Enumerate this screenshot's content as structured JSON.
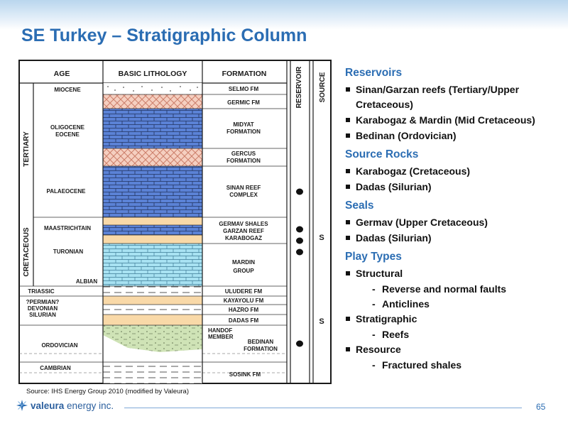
{
  "title": "SE Turkey – Stratigraphic Column",
  "column": {
    "headers": {
      "age": "AGE",
      "lithology": "BASIC LITHOLOGY",
      "formation": "FORMATION",
      "reservoir": "RESERVOIR",
      "source": "SOURCE"
    },
    "eras": [
      "TERTIARY",
      "CRETACEOUS"
    ],
    "ages": [
      "MIOCENE",
      "OLIGOCENE",
      "EOCENE",
      "PALAEOCENE",
      "MAASTRICHTAIN",
      "TURONIAN",
      "ALBIAN",
      "TRIASSIC",
      "?PERMIAN?",
      "DEVONIAN",
      "SILURIAN",
      "ORDOVICIAN",
      "CAMBRIAN"
    ],
    "formations": [
      "SELMO FM",
      "GERMIC FM",
      "MIDYAT",
      "FORMATION",
      "GERCUS",
      "FORMATION",
      "SINAN REEF",
      "COMPLEX",
      "GERMAV SHALES",
      "GARZAN REEF",
      "KARABOGAZ",
      "MARDIN",
      "GROUP",
      "ULUDERE FM",
      "KAYAYOLU FM",
      "HAZRO FM",
      "DADAS FM",
      "HANDOF",
      "MEMBER",
      "BEDINAN",
      "FORMATION",
      "SOSINK FM"
    ],
    "source_marks": [
      "S",
      "S"
    ],
    "colors": {
      "carbonate": "#5b82d6",
      "marl": "#f5cfc0",
      "marl_hatch": "#cc7e6a",
      "shale": "#f9d9a8",
      "limestone_light": "#a8e2f2",
      "ordovician": "#cfe3b6"
    }
  },
  "bullets": [
    {
      "heading": "Reservoirs",
      "items": [
        {
          "text": "Sinan/Garzan reefs (Tertiary/Upper",
          "cont": "Cretaceous)"
        },
        {
          "text": "Karabogaz & Mardin (Mid Cretaceous)"
        },
        {
          "text": "Bedinan (Ordovician)"
        }
      ]
    },
    {
      "heading": "Source Rocks",
      "items": [
        {
          "text": "Karabogaz (Cretaceous)"
        },
        {
          "text": "Dadas (Silurian)"
        }
      ]
    },
    {
      "heading": "Seals",
      "items": [
        {
          "text": "Germav (Upper Cretaceous)"
        },
        {
          "text": "Dadas (Silurian)"
        }
      ]
    },
    {
      "heading": "Play Types",
      "items": [
        {
          "text": "Structural",
          "subs": [
            "Reverse and normal faults",
            "Anticlines"
          ]
        },
        {
          "text": "Stratigraphic",
          "subs": [
            "Reefs"
          ]
        },
        {
          "text": "Resource",
          "subs": [
            "Fractured shales"
          ]
        }
      ]
    }
  ],
  "source_note": "Source:  IHS Energy Group 2010 (modified by Valeura)",
  "logo": {
    "bold": "valeura",
    "rest": " energy inc."
  },
  "page_number": "65"
}
